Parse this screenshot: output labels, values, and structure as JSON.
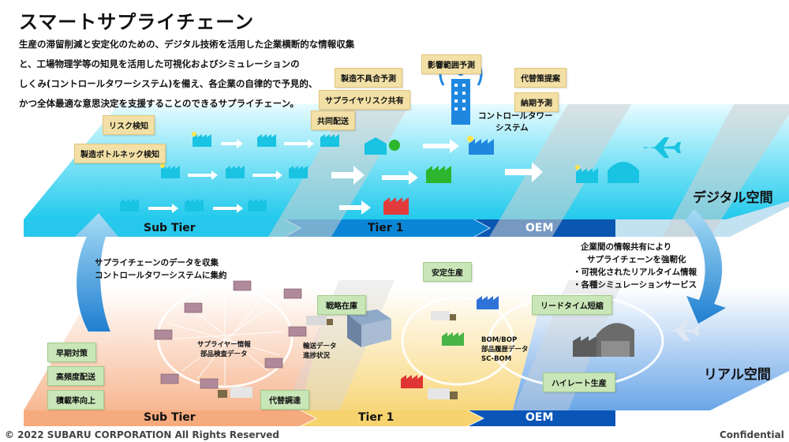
{
  "title": "スマートサプライチェーン",
  "description": [
    "生産の滞留削減と安定化のための、デジタル技術を活用した企業横断的な情報収集",
    "と、工場物理学等の知見を活用した可視化およびシミュレーションの",
    "しくみ(コントロールタワーシステム)を備え、各企業の自律的で予見的、",
    "かつ全体最適な意思決定を支援することのできるサプライチェーン。"
  ],
  "digital": {
    "space_label": "デジタル空間",
    "tiers": [
      "Sub Tier",
      "Tier 1",
      "OEM"
    ],
    "tags": {
      "risk_detect": "リスク検知",
      "bottleneck_detect": "製造ボトルネック検知",
      "joint_delivery": "共同配送",
      "risk_share": "サプライヤリスク共有",
      "defect_predict": "製造不具合予測",
      "impact_predict": "影響範囲予測",
      "alt_plan": "代替策提案",
      "delivery_predict": "納期予測"
    },
    "control_tower": [
      "コントロールタワー",
      "システム"
    ]
  },
  "real": {
    "space_label": "リアル空間",
    "tiers": [
      "Sub Tier",
      "Tier 1",
      "OEM"
    ],
    "tags": {
      "stable_production": "安定生産",
      "strategic_stock": "戦略在庫",
      "leadtime": "リードタイム短縮",
      "early_action": "早期対策",
      "freq_delivery": "高頻度配送",
      "load_rate": "積載率向上",
      "alt_procure": "代替調達",
      "high_rate": "ハイレート生産"
    },
    "supplier_info": [
      "サプライヤー情報",
      "部品検査データ"
    ],
    "transport": [
      "輸送データ",
      "進捗状況"
    ],
    "bom": [
      "BOM/BOP",
      "部品履歴データ",
      "SC-BOM"
    ]
  },
  "collect_note": [
    "サプライチェーンのデータを収集",
    "コントロールタワーシステムに集約"
  ],
  "share_note": [
    "企業間の情報共有により",
    "サプライチェーンを強靭化",
    "・可視化されたリアルタイム情報",
    "・各種シミュレーションサービス"
  ],
  "footer": {
    "copyright": "© 2022 SUBARU CORPORATION  All Rights Reserved",
    "confidential": "Confidential"
  },
  "colors": {
    "digital_cyan": "#00c6e6",
    "tier_blue": "#0b7fd6",
    "oem_navy": "#0a4fa8",
    "sub_tier_real": "#f6b48a",
    "tier1_real": "#f6d77a",
    "oem_real": "#0a5ec0",
    "tag_yellow": "#f3e0a6",
    "tag_green": "#c9e6b8"
  }
}
